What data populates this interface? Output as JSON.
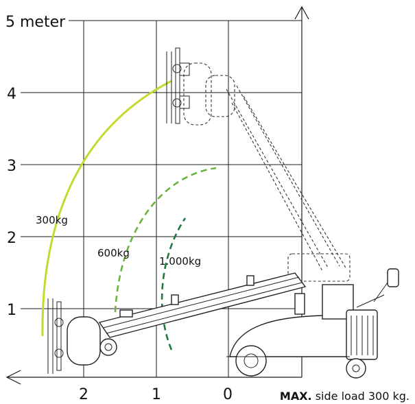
{
  "chart_data": {
    "type": "diagram",
    "y_ticks": [
      {
        "value": 5,
        "label": "5 meter"
      },
      {
        "value": 4,
        "label": "4"
      },
      {
        "value": 3,
        "label": "3"
      },
      {
        "value": 2,
        "label": "2"
      },
      {
        "value": 1,
        "label": "1"
      }
    ],
    "x_ticks": [
      {
        "value": 2,
        "label": "2"
      },
      {
        "value": 1,
        "label": "1"
      },
      {
        "value": 0,
        "label": "0"
      }
    ],
    "load_curves": [
      {
        "label": "300kg",
        "color": "#c6d82e",
        "style": "solid"
      },
      {
        "label": "600kg",
        "color": "#6bb33f",
        "style": "dashed"
      },
      {
        "label": "1.000kg",
        "color": "#1e7a3c",
        "style": "dashed"
      }
    ],
    "footnote": {
      "strong": "MAX.",
      "text": "side load 300 kg."
    }
  }
}
